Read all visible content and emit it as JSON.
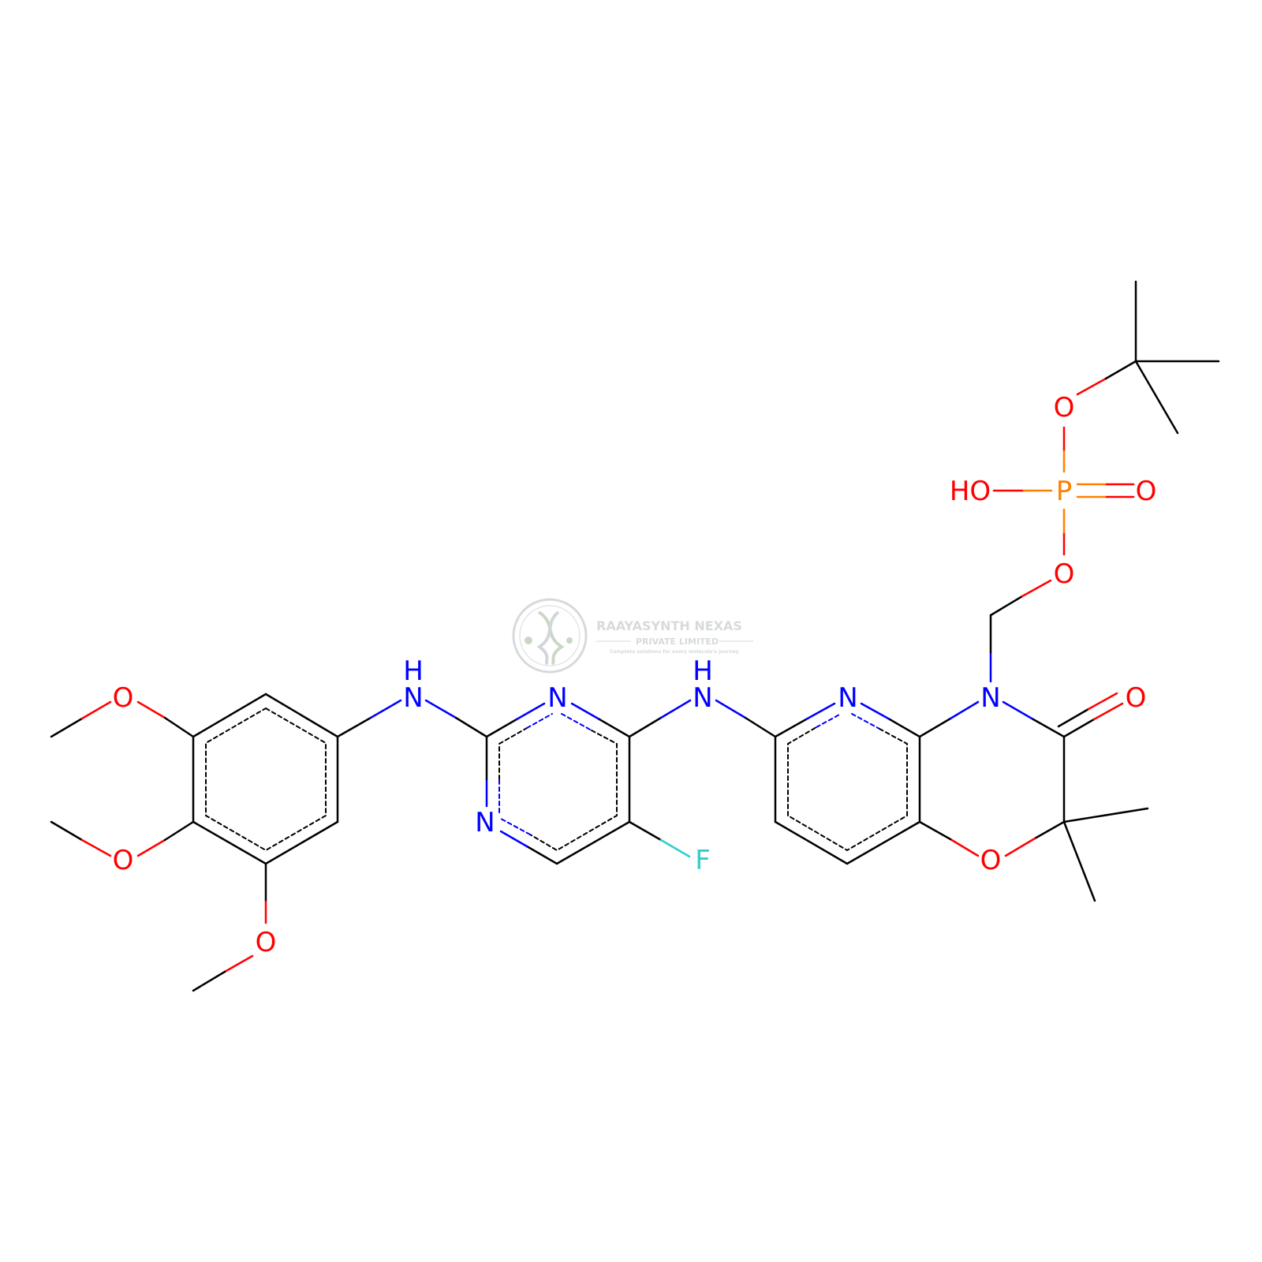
{
  "colors": {
    "carbon_bond": "#000000",
    "nitrogen": "#0000ff",
    "oxygen": "#ff0000",
    "fluorine": "#33cccc",
    "phosphorus": "#ff8000",
    "watermark": "#d7dadc"
  },
  "atom_labels": {
    "O_methoxy_top": "O",
    "O_methoxy_mid": "O",
    "O_methoxy_bottom": "O",
    "NH_left_H": "H",
    "NH_left_N": "N",
    "pyrimidine_N_top": "N",
    "pyrimidine_N_bottom": "N",
    "NH_mid_H": "H",
    "NH_mid_N": "N",
    "fluorine": "F",
    "pyridine_N": "N",
    "ring_N": "N",
    "ring_O": "O",
    "carbonyl_O": "O",
    "CH2_O": "O",
    "phosphorus": "P",
    "hydroxyl": "HO",
    "phosphoryl_O": "O",
    "tBu_O": "O"
  },
  "watermark": {
    "title": "RAAYASYNTH NEXAS",
    "subtitle": "PRIVATE LIMITED",
    "tagline": "Complete solutions for every molecule's journey",
    "logo_icon": "dna-helix-icon"
  }
}
